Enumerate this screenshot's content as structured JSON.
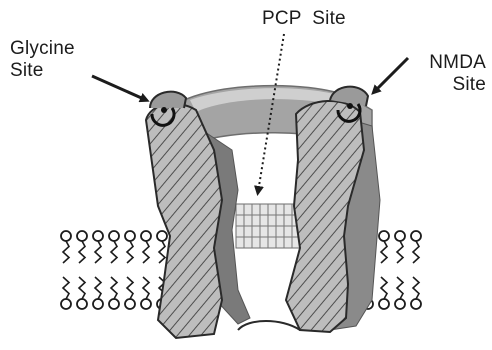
{
  "labels": {
    "glycine": {
      "line1": "Glycine",
      "line2": "Site"
    },
    "pcp": "PCP  Site",
    "nmda": {
      "line1": "NMDA",
      "line2": "Site"
    }
  },
  "colors": {
    "ink": "#1c1c1c",
    "subunit_fill": "#b4b4b4",
    "subunit_shade": "#7a7a7a",
    "channel_band": "#9a9a9a",
    "background": "#ffffff"
  }
}
